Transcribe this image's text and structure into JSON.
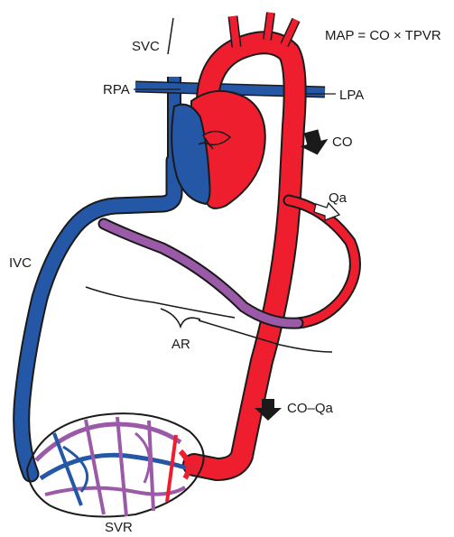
{
  "labels": {
    "svc": "SVC",
    "rpa": "RPA",
    "lpa": "LPA",
    "map_formula": "MAP = CO × TPVR",
    "co": "CO",
    "qa": "Qa",
    "ivc": "IVC",
    "ar": "AR",
    "co_minus_qa": "CO–Qa",
    "svr": "SVR"
  },
  "colors": {
    "arterial": "#ee1e2f",
    "venous": "#2457a6",
    "mixed": "#9b5aa8",
    "outline": "#1a1a1a",
    "heart": "#ee1e2f"
  }
}
